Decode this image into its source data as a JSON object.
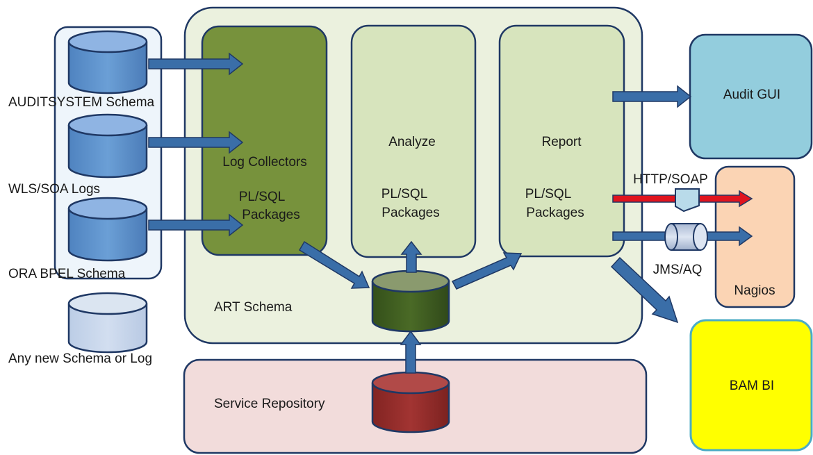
{
  "sources": {
    "auditsystem": "AUDITSYSTEM Schema",
    "wls_soa": "WLS/SOA Logs",
    "ora_bpel": "ORA BPEL Schema",
    "any_new": "Any new Schema or Log"
  },
  "art": {
    "schema_label": "ART Schema",
    "log_collectors": {
      "title": "Log Collectors",
      "line1": "PL/SQL",
      "line2": "Packages"
    },
    "analyze": {
      "title": "Analyze",
      "line1": "PL/SQL",
      "line2": "Packages"
    },
    "report": {
      "title": "Report",
      "line1": "PL/SQL",
      "line2": "Packages"
    }
  },
  "service_repository": "Service Repository",
  "outputs": {
    "audit_gui": "Audit GUI",
    "nagios": "Nagios",
    "bam_bi": "BAM BI"
  },
  "protocols": {
    "http_soap": "HTTP/SOAP",
    "jms_aq": "JMS/AQ"
  },
  "colors": {
    "source_db": "#5b8fc9",
    "new_db": "#c5d5ea",
    "art_db": "#3d5a1e",
    "repo_db": "#8f2a28",
    "arrow": "#3a6ea8",
    "red_line": "#e0141e"
  }
}
